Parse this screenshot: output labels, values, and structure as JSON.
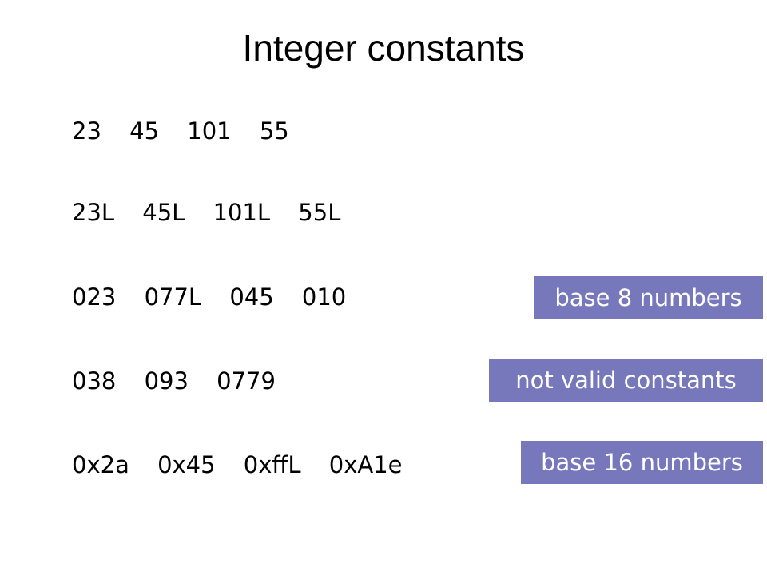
{
  "slide": {
    "title": "Integer constants",
    "rows": [
      {
        "tokens": [
          "23",
          "45",
          "101",
          "55"
        ]
      },
      {
        "tokens": [
          "23L",
          "45L",
          "101L",
          "55L"
        ]
      },
      {
        "tokens": [
          "023",
          "077L",
          "045",
          "010"
        ]
      },
      {
        "tokens": [
          "038",
          "093",
          "0779"
        ]
      },
      {
        "tokens": [
          "0x2a",
          "0x45",
          "0xffL",
          "0xA1e"
        ]
      }
    ],
    "annotations": {
      "base8": "base 8 numbers",
      "invalid": "not valid constants",
      "base16": "base 16 numbers"
    },
    "colors": {
      "annotation_bg": "#7777bb",
      "annotation_text": "#ffffff"
    }
  }
}
